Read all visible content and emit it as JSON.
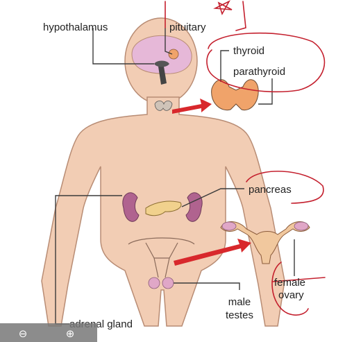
{
  "labels": {
    "hypothalamus": "hypothalamus",
    "pituitary": "pituitary",
    "thyroid": "thyroid",
    "parathyroid": "parathyroid",
    "pancreas": "pancreas",
    "female": "female",
    "ovary": "ovary",
    "male": "male",
    "testes": "testes",
    "adrenal_gland": "adrenal gland"
  },
  "colors": {
    "skin": "#f2cdb4",
    "skin_outline": "#b88c74",
    "brain": "#e6b8d8",
    "leader_line": "#3b3b3b",
    "arrow": "#d8282c",
    "thyroid_orange": "#f0a36a",
    "kidney": "#b0638f",
    "pancreas": "#f1d18d",
    "ovary": "#e0a7c7",
    "annotation_ink": "#c4202e"
  },
  "viewer_toolbar": {
    "icons": [
      "zoom-out-icon",
      "zoom-in-icon"
    ]
  }
}
